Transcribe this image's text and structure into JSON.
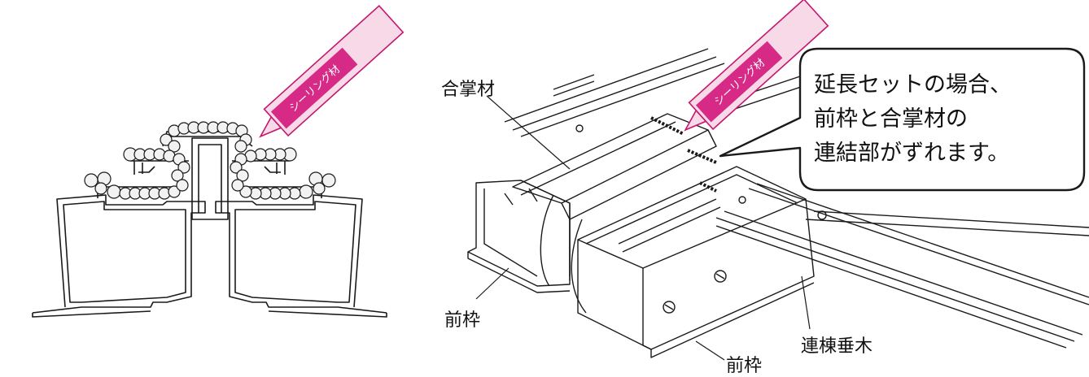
{
  "colors": {
    "line": "#1a1a1a",
    "sealant_tube_fill": "#f7d9e8",
    "sealant_tube_stroke": "#c4176e",
    "sealant_label_bg": "#d62a86",
    "bead_fill": "#f2f2f2"
  },
  "left_figure": {
    "sealant_tube_label": "シーリング材"
  },
  "right_figure": {
    "sealant_tube_label": "シーリング材",
    "labels": {
      "joint_member": "合掌材",
      "front_frame_1": "前枠",
      "front_frame_2": "前枠",
      "rafter": "連棟垂木"
    },
    "callout": {
      "lines": [
        "延長セットの場合、",
        "前枠と合掌材の",
        "連結部がずれます。"
      ]
    }
  }
}
